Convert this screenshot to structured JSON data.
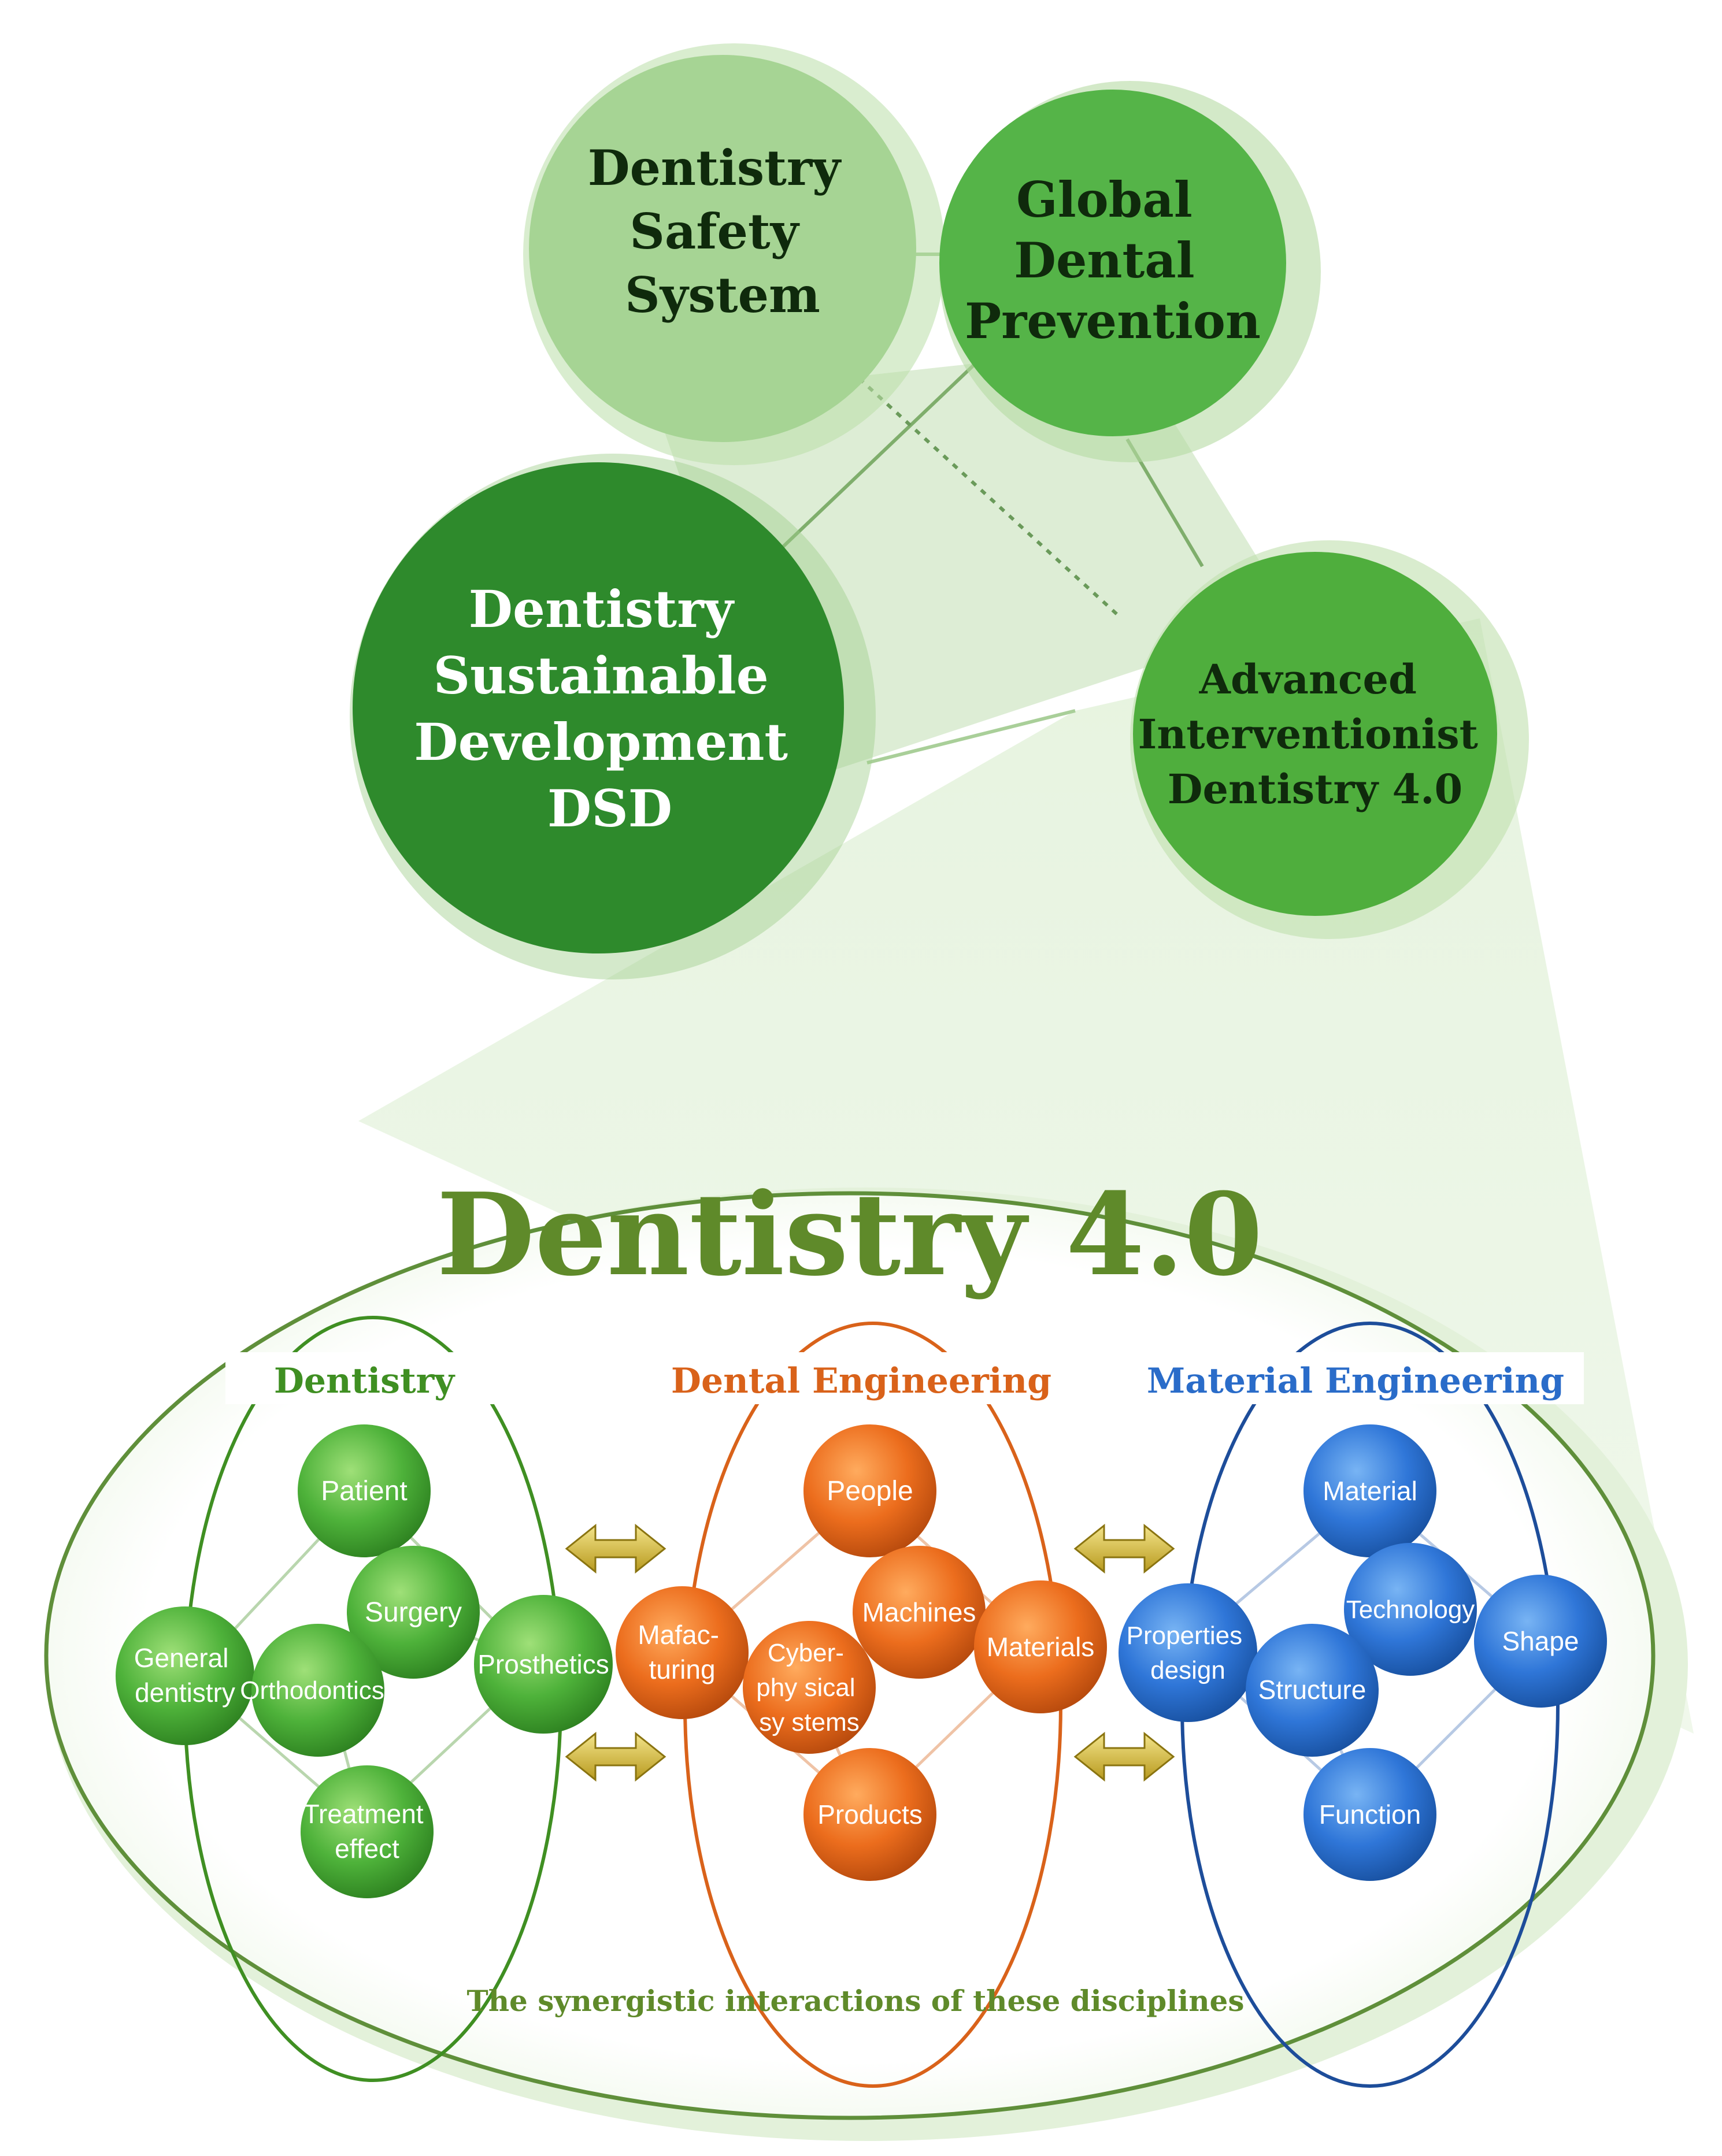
{
  "top_circles": [
    {
      "id": "safety",
      "lines": [
        "Dentistry",
        "Safety",
        "System"
      ]
    },
    {
      "id": "prevention",
      "lines": [
        "Global",
        "Dental",
        "Prevention"
      ]
    },
    {
      "id": "dsd",
      "lines": [
        "Dentistry",
        "Sustainable",
        "Development",
        "DSD"
      ]
    },
    {
      "id": "advanced",
      "lines": [
        "Advanced",
        "Interventionist",
        "Dentistry 4.0"
      ]
    }
  ],
  "main_title": "Dentistry 4.0",
  "groups": [
    {
      "id": "dentistry",
      "title": "Dentistry",
      "color": "#3f8f22",
      "nodes": [
        {
          "id": "patient",
          "lines": [
            "Patient"
          ]
        },
        {
          "id": "general",
          "lines": [
            "General",
            "dentistry"
          ]
        },
        {
          "id": "surgery",
          "lines": [
            "Surgery"
          ]
        },
        {
          "id": "orthodontics",
          "lines": [
            "Orthodontics"
          ]
        },
        {
          "id": "prosthetics",
          "lines": [
            "Prosthetics"
          ]
        },
        {
          "id": "treatment",
          "lines": [
            "Treatment",
            "effect"
          ]
        }
      ]
    },
    {
      "id": "dental-engineering",
      "title": "Dental Engineering",
      "color": "#d9621a",
      "nodes": [
        {
          "id": "people",
          "lines": [
            "People"
          ]
        },
        {
          "id": "machines",
          "lines": [
            "Machines"
          ]
        },
        {
          "id": "mafacturing",
          "lines": [
            "Mafac-",
            "turing"
          ]
        },
        {
          "id": "cyber",
          "lines": [
            "Cyber-",
            "phy sical",
            "sy stems"
          ]
        },
        {
          "id": "materials",
          "lines": [
            "Materials"
          ]
        },
        {
          "id": "products",
          "lines": [
            "Products"
          ]
        }
      ]
    },
    {
      "id": "material-engineering",
      "title": "Material Engineering",
      "color": "#2a6cc9",
      "nodes": [
        {
          "id": "material",
          "lines": [
            "Material"
          ]
        },
        {
          "id": "technology",
          "lines": [
            "Technology"
          ]
        },
        {
          "id": "properties",
          "lines": [
            "Properties",
            "design"
          ]
        },
        {
          "id": "structure",
          "lines": [
            "Structure"
          ]
        },
        {
          "id": "shape",
          "lines": [
            "Shape"
          ]
        },
        {
          "id": "function",
          "lines": [
            "Function"
          ]
        }
      ]
    }
  ],
  "footer_caption": "The synergistic interactions of these disciplines",
  "colors": {
    "light_green": "#a6d494",
    "mid_green": "#4fae3d",
    "dark_green": "#2e8a2c",
    "title_green": "#5f8a2a",
    "arrow_gold": "#d8c24a"
  }
}
